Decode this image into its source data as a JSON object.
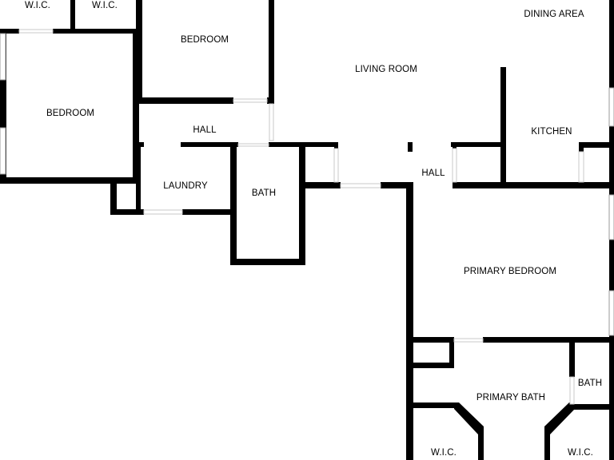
{
  "plan": {
    "rooms": {
      "wic_top_left": "W.I.C.",
      "wic_top_mid": "W.I.C.",
      "bedroom_top": "BEDROOM",
      "bedroom_left": "BEDROOM",
      "living_room": "LIVING ROOM",
      "dining_area": "DINING AREA",
      "kitchen": "KITCHEN",
      "hall_left": "HALL",
      "hall_right": "HALL",
      "laundry": "LAUNDRY",
      "bath_center": "BATH",
      "primary_bedroom": "PRIMARY BEDROOM",
      "primary_bath": "PRIMARY BATH",
      "bath_right": "BATH",
      "wic_bottom_left": "W.I.C.",
      "wic_bottom_right": "W.I.C."
    },
    "colors": {
      "wall": "#000000",
      "background": "#ffffff",
      "window_frame": "#9a9a9a"
    }
  }
}
